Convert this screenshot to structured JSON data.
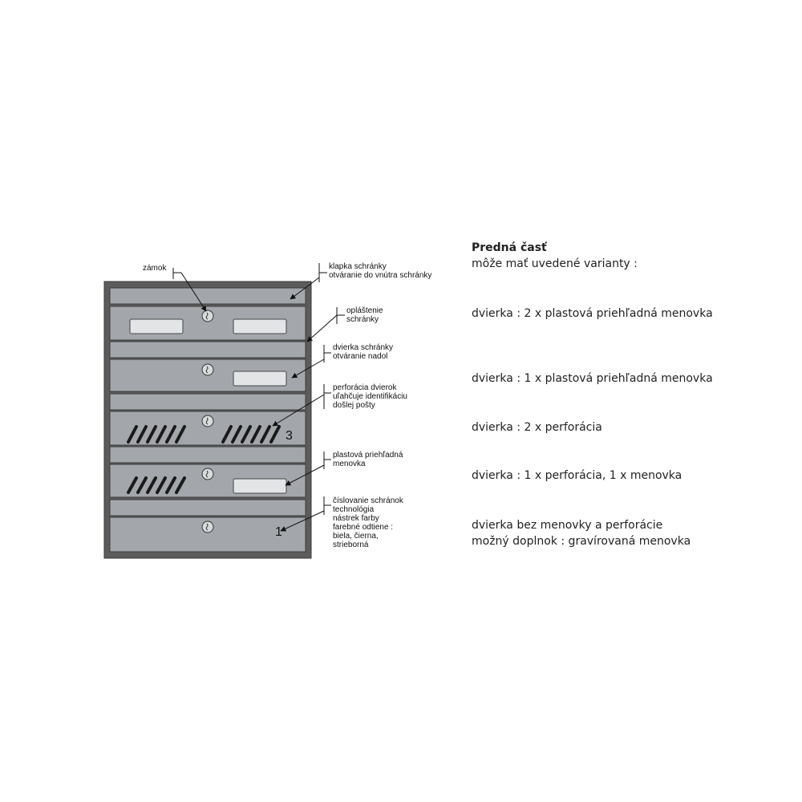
{
  "annotations": {
    "lock": "zámok",
    "flap": [
      "klapka schránky",
      "otváranie do vnútra schránky"
    ],
    "casing": [
      "opláštenie",
      "schránky"
    ],
    "door": [
      "dvierka schránky",
      "otváranie nadol"
    ],
    "perforation": [
      "perforácia dvierok",
      "uľahčuje identifikáciu",
      "došlej pošty"
    ],
    "nameplate": [
      "plastová priehľadná",
      "menovka"
    ],
    "numbering": [
      "číslovanie schránok",
      "technológia",
      "nástrek farby",
      "farebné odtiene :",
      "biela, čierna,",
      "strieborná"
    ]
  },
  "numbers": {
    "box3": "3",
    "box1": "1"
  },
  "description": {
    "title": "Predná časť",
    "subtitle": "môže mať uvedené varianty :",
    "variants": [
      "dvierka : 2 x plastová priehľadná menovka",
      "dvierka : 1 x plastová priehľadná menovka",
      "dvierka : 2 x perforácia",
      "dvierka : 1 x perforácia, 1 x menovka"
    ],
    "last_lines": [
      "dvierka bez menovky a perforácie",
      "možný doplnok : gravírovaná menovka"
    ]
  },
  "colors": {
    "casing": "#5c5c5c",
    "panel": "#a3a7ac",
    "panel_border": "#3c3c3c",
    "nameplate": "#e2e4e6",
    "perforation": "#1a1a1a"
  }
}
